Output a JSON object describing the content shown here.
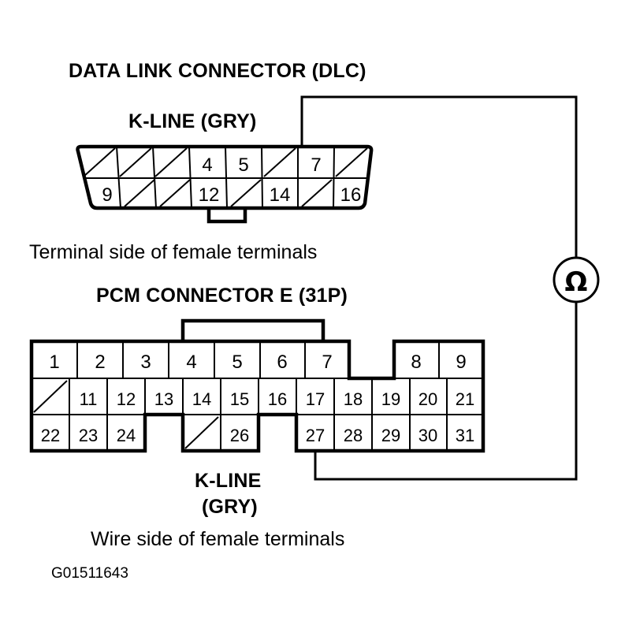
{
  "figure": {
    "title": "DATA LINK CONNECTOR (DLC)",
    "footer_code": "G01511643"
  },
  "dlc": {
    "label": "K-LINE (GRY)",
    "caption": "Terminal side of female terminals",
    "columns": 8,
    "rows": 2,
    "top_row": [
      {
        "number": "",
        "blank": true
      },
      {
        "number": "",
        "blank": true
      },
      {
        "number": "",
        "blank": true
      },
      {
        "number": "4",
        "blank": false
      },
      {
        "number": "5",
        "blank": false
      },
      {
        "number": "",
        "blank": true
      },
      {
        "number": "7",
        "blank": false
      },
      {
        "number": "",
        "blank": true
      }
    ],
    "bottom_row": [
      {
        "number": "9",
        "blank": false
      },
      {
        "number": "",
        "blank": true
      },
      {
        "number": "",
        "blank": true
      },
      {
        "number": "12",
        "blank": false
      },
      {
        "number": "",
        "blank": true
      },
      {
        "number": "14",
        "blank": false
      },
      {
        "number": "",
        "blank": true
      },
      {
        "number": "16",
        "blank": false
      }
    ],
    "probe_pin": "7"
  },
  "pcm": {
    "title": "PCM CONNECTOR E (31P)",
    "label_line1": "K-LINE",
    "label_line2": "(GRY)",
    "caption": "Wire side of female terminals",
    "row1": [
      {
        "number": "1",
        "blank": false
      },
      {
        "number": "2",
        "blank": false
      },
      {
        "number": "3",
        "blank": false
      },
      {
        "number": "4",
        "blank": false
      },
      {
        "number": "5",
        "blank": false
      },
      {
        "number": "6",
        "blank": false
      },
      {
        "number": "7",
        "blank": false
      },
      {
        "number": "8",
        "blank": false
      },
      {
        "number": "9",
        "blank": false
      }
    ],
    "row2": [
      {
        "number": "",
        "blank": true
      },
      {
        "number": "11",
        "blank": false
      },
      {
        "number": "12",
        "blank": false
      },
      {
        "number": "13",
        "blank": false
      },
      {
        "number": "14",
        "blank": false
      },
      {
        "number": "15",
        "blank": false
      },
      {
        "number": "16",
        "blank": false
      },
      {
        "number": "17",
        "blank": false
      },
      {
        "number": "18",
        "blank": false
      },
      {
        "number": "19",
        "blank": false
      },
      {
        "number": "20",
        "blank": false
      },
      {
        "number": "21",
        "blank": false
      }
    ],
    "row3": [
      {
        "number": "22",
        "blank": false
      },
      {
        "number": "23",
        "blank": false
      },
      {
        "number": "24",
        "blank": false
      },
      {
        "number": "",
        "blank": true
      },
      {
        "number": "26",
        "blank": false
      },
      {
        "number": "27",
        "blank": false
      },
      {
        "number": "28",
        "blank": false
      },
      {
        "number": "29",
        "blank": false
      },
      {
        "number": "30",
        "blank": false
      },
      {
        "number": "31",
        "blank": false
      }
    ],
    "probe_pin": "27"
  },
  "meter": {
    "symbol": "Ω",
    "type": "ohmmeter"
  },
  "colors": {
    "line": "#000000",
    "background": "#ffffff"
  }
}
